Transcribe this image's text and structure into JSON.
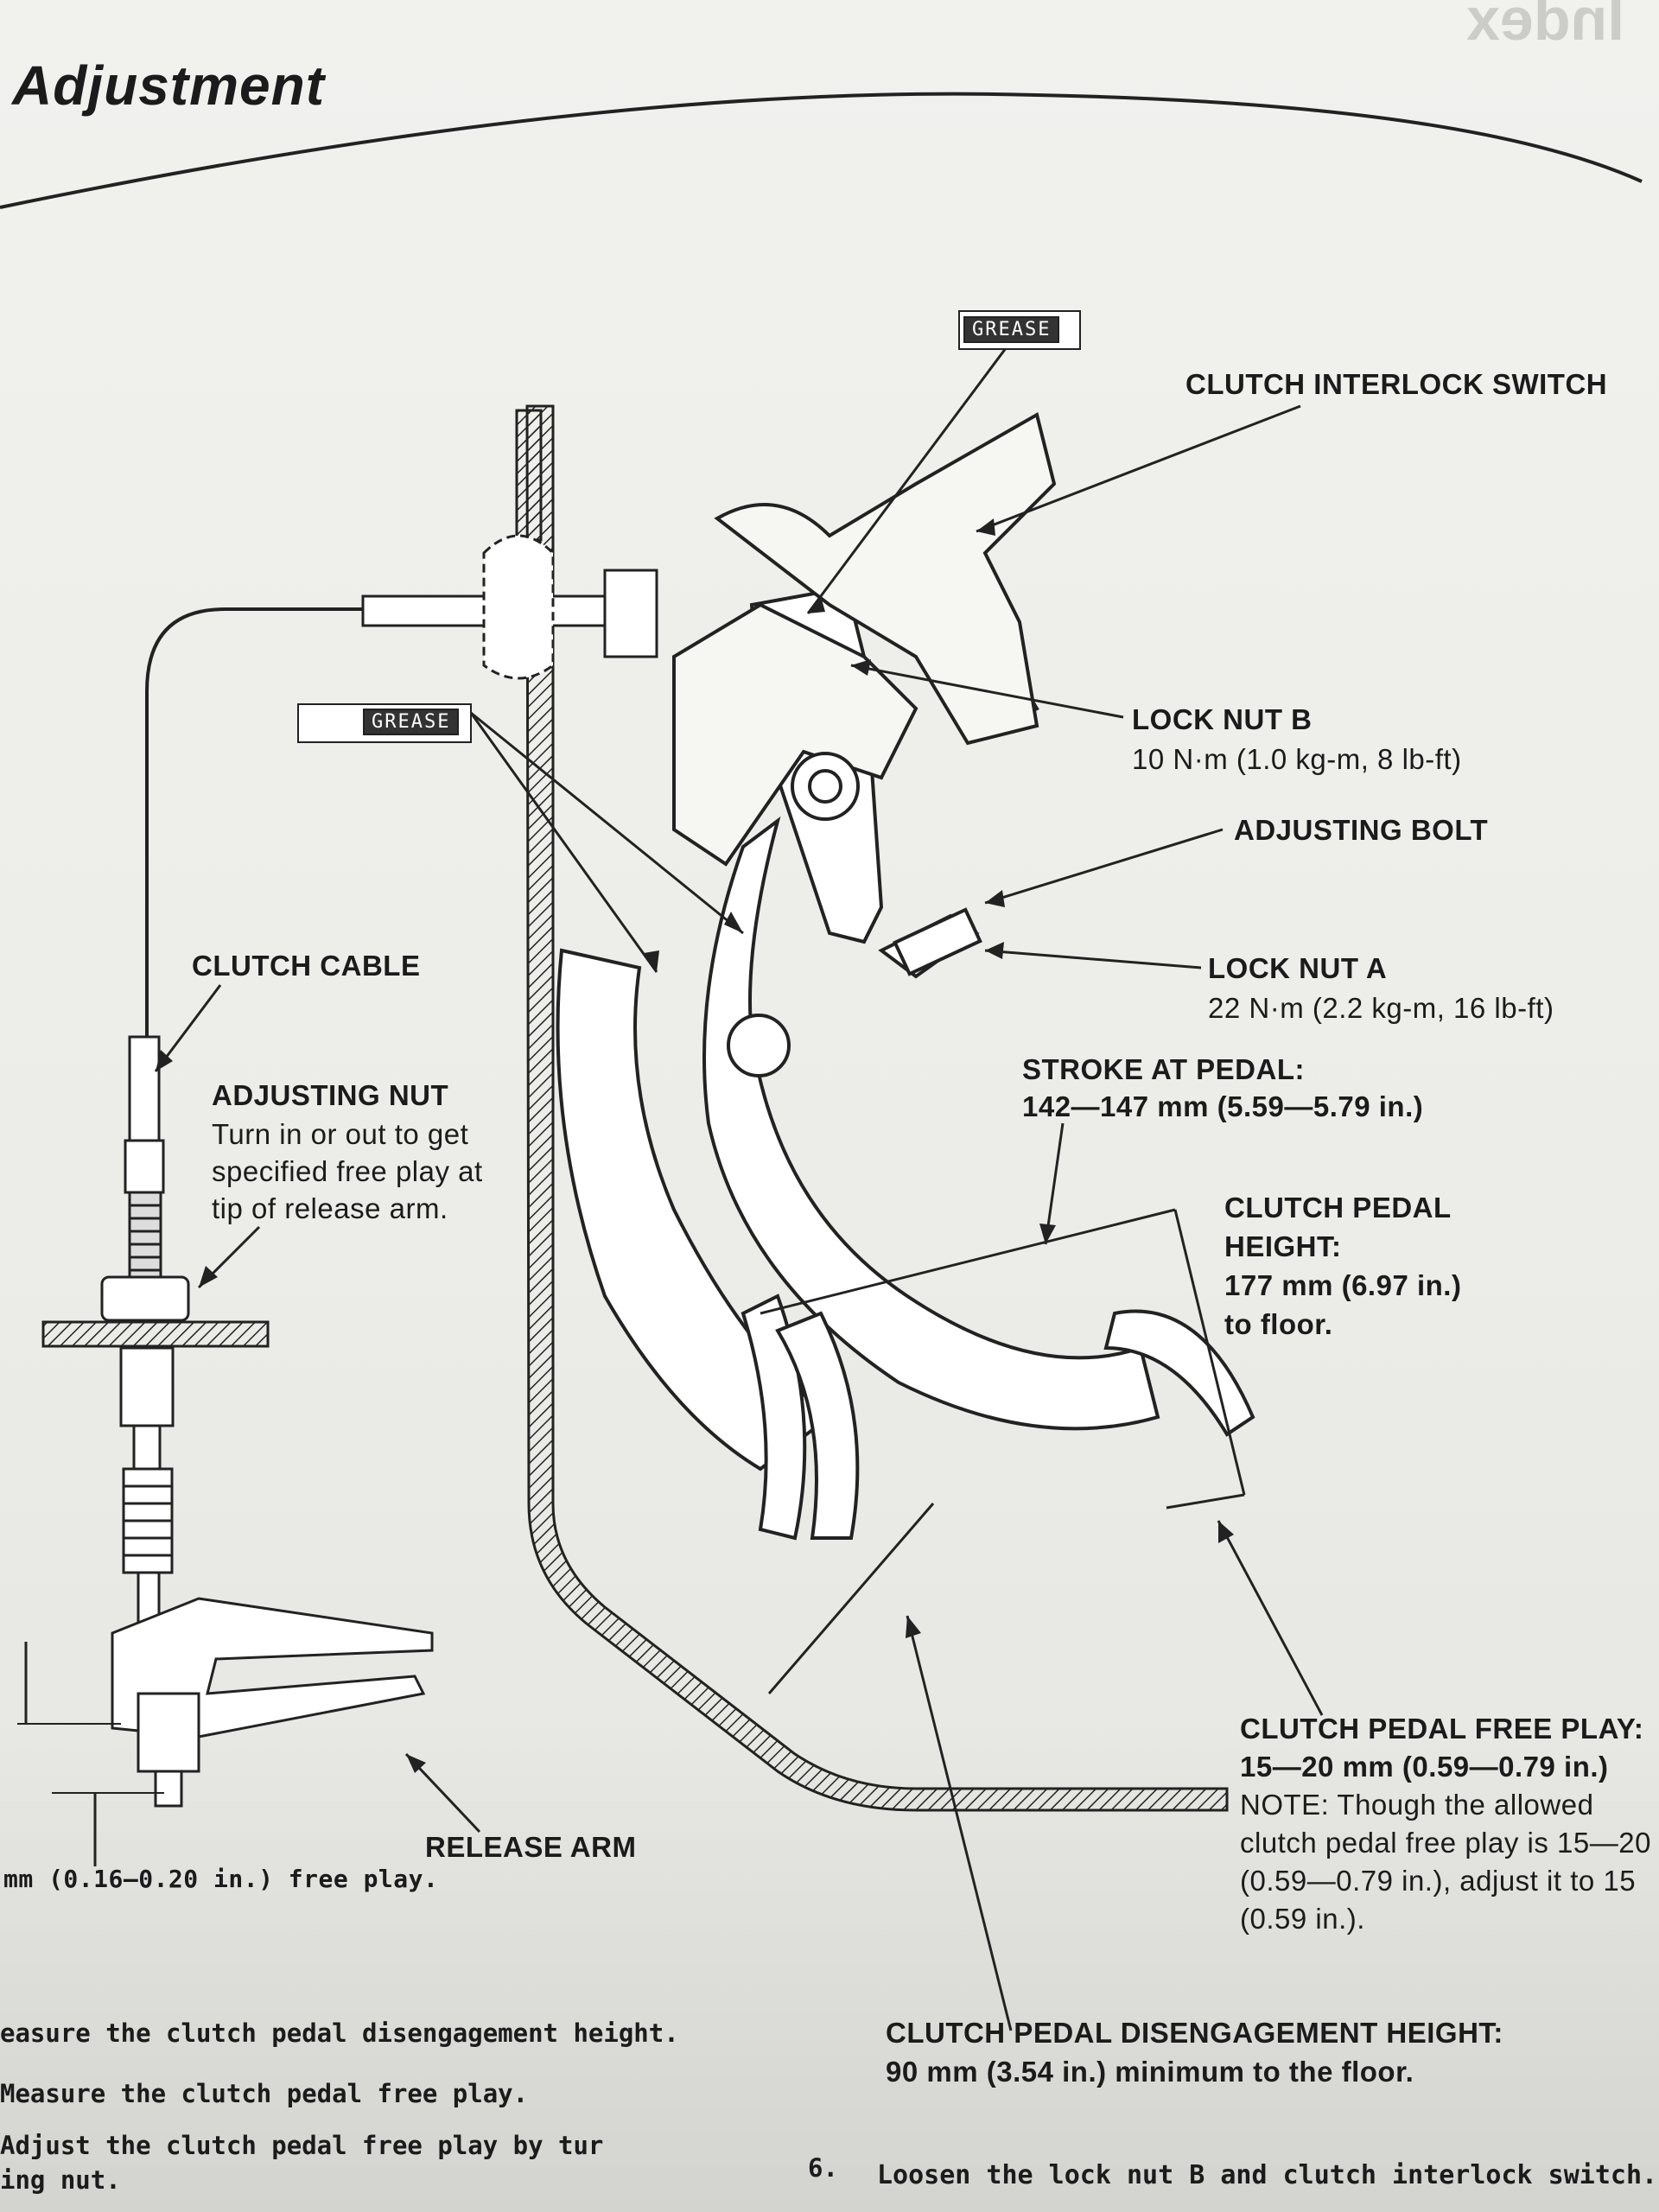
{
  "header": {
    "title": "Adjustment"
  },
  "tags": {
    "grease_top": "GREASE",
    "grease_left": "GREASE"
  },
  "labels": {
    "interlock_switch": "CLUTCH INTERLOCK SWITCH",
    "lock_nut_b": "LOCK NUT B",
    "lock_nut_b_torque": "10 N·m (1.0 kg-m, 8 lb-ft)",
    "adjusting_bolt": "ADJUSTING BOLT",
    "lock_nut_a": "LOCK NUT A",
    "lock_nut_a_torque": "22 N·m (2.2 kg-m, 16 lb-ft)",
    "clutch_cable": "CLUTCH CABLE",
    "adjusting_nut": "ADJUSTING NUT",
    "adjusting_nut_line1": "Turn in or out to get",
    "adjusting_nut_line2": "specified free play at",
    "adjusting_nut_line3": "tip of release arm.",
    "stroke_title": "STROKE AT PEDAL:",
    "stroke_value": "142—147 mm (5.59—5.79 in.)",
    "pedal_height_line1": "CLUTCH PEDAL",
    "pedal_height_line2": "HEIGHT:",
    "pedal_height_line3": "177 mm (6.97 in.)",
    "pedal_height_line4": "to floor.",
    "free_play_title": "CLUTCH PEDAL FREE PLAY:",
    "free_play_value": "15—20 mm (0.59—0.79 in.)",
    "note_line1": "NOTE: Though the allowed",
    "note_line2": "clutch pedal free play is 15—20",
    "note_line3": "(0.59—0.79 in.), adjust it to 15",
    "note_line4": "(0.59 in.).",
    "release_arm": "RELEASE ARM",
    "release_free_play": "mm (0.16—0.20 in.) free play.",
    "disengage_title": "CLUTCH PEDAL DISENGAGEMENT HEIGHT:",
    "disengage_value": "90 mm (3.54 in.) minimum to the floor."
  },
  "footer": {
    "line1": "easure the clutch pedal disengagement height.",
    "line2": "Measure the clutch pedal free play.",
    "line3": "Adjust the clutch pedal free play by tur",
    "line4": "ing nut.",
    "step_number": "6.",
    "step_text": "Loosen the lock nut B and clutch interlock switch."
  }
}
